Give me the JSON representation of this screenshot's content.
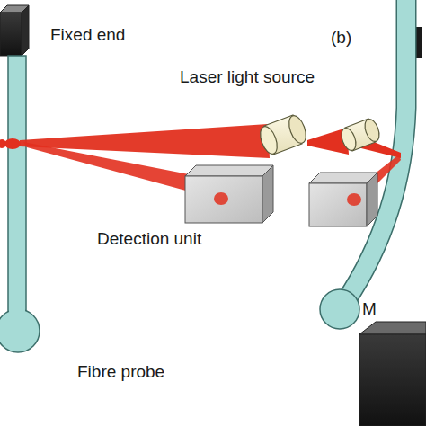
{
  "diagram": {
    "labels": [
      "Fixed end",
      "Laser light source",
      "Detection unit",
      "Fibre probe",
      "(b)",
      "M"
    ]
  }
}
